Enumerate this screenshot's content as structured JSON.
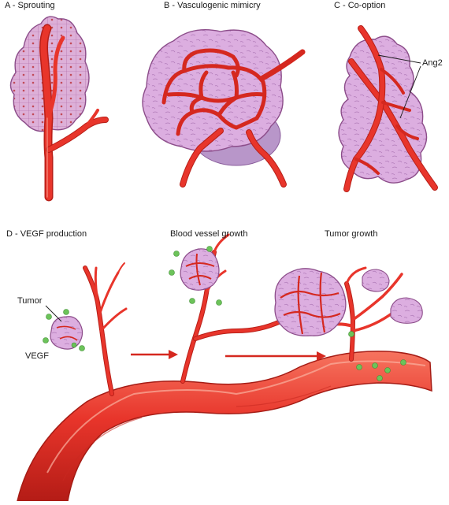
{
  "panels": {
    "a": "A - Sprouting",
    "b": "B - Vasculogenic mimicry",
    "c": "C - Co-option",
    "d": "D - VEGF production",
    "e": "Blood vessel growth",
    "f": "Tumor growth"
  },
  "annotations": {
    "ang2": "Ang2",
    "tumor": "Tumor",
    "vegf": "VEGF"
  },
  "colors": {
    "vessel": "#e8352b",
    "vessel_dark": "#b81f18",
    "vessel_light": "#f4705f",
    "tumor_fill": "#d9a8d6",
    "tumor_edge": "#9a5a9c",
    "tumor_dark": "#a064aa",
    "vegf": "#6cc35a",
    "text": "#1a1a1a"
  }
}
